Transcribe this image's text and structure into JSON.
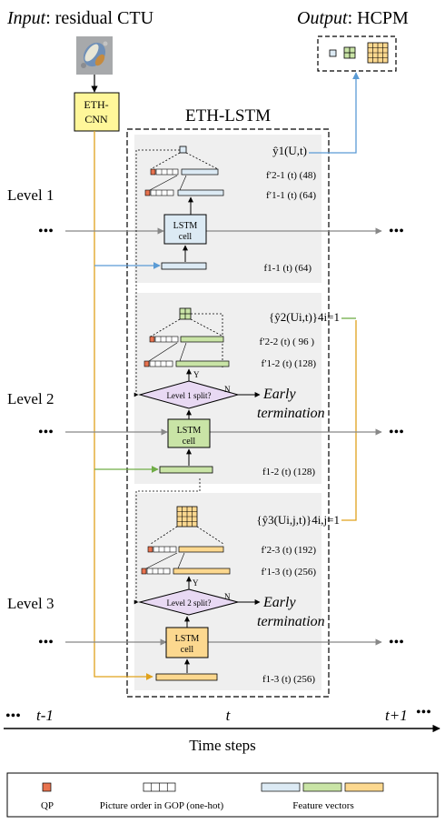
{
  "header": {
    "input_label": "Input",
    "input_value": ": residual CTU",
    "output_label": "Output",
    "output_value": ": HCPM"
  },
  "eth_cnn": {
    "line1": "ETH-",
    "line2": "CNN"
  },
  "eth_lstm": {
    "title": "ETH-LSTM"
  },
  "lstm_cell": {
    "line1": "LSTM",
    "line2": "cell"
  },
  "levels": [
    {
      "label": "Level 1",
      "output_expr": "ŷ1(U,t)",
      "f2": "f′2-1 (t) (48)",
      "f1": "f′1-1 (t) (64)",
      "input_feat": "f1-1 (t) (64)"
    },
    {
      "label": "Level 2",
      "output_expr": "{ŷ2(Ui,t)}4i=1",
      "f2": "f′2-2 (t) ( 96 )",
      "f1": "f′1-2 (t) (128)",
      "decision": "Level 1 split?",
      "input_feat": "f1-2 (t) (128)"
    },
    {
      "label": "Level 3",
      "output_expr": "{ŷ3(Ui,j,t)}4i,j=1",
      "f2": "f′2-3 (t) (192)",
      "f1": "f′1-3 (t) (256)",
      "decision": "Level 2 split?",
      "input_feat": "f1-3 (t) (256)"
    }
  ],
  "branch": {
    "yes": "Y",
    "no": "N",
    "early1": "Early",
    "early2": "termination"
  },
  "timeline": {
    "dots": "•••",
    "t_prev": "t-1",
    "t": "t",
    "t_next": "t+1",
    "axis_label": "Time steps"
  },
  "legend": {
    "qp": "QP",
    "order": "Picture order in GOP (one-hot)",
    "features": "Feature vectors"
  },
  "colors": {
    "level1": "#dceaf4",
    "level2": "#c9e4a6",
    "level3": "#fcd88f",
    "qp": "#e8734f",
    "cnn_box": "#fff79a",
    "decision": "#e8d9f3",
    "line_blue": "#5b9bd5",
    "line_green": "#70ad47",
    "line_orange": "#e0a21c",
    "panel": "#efefef"
  }
}
